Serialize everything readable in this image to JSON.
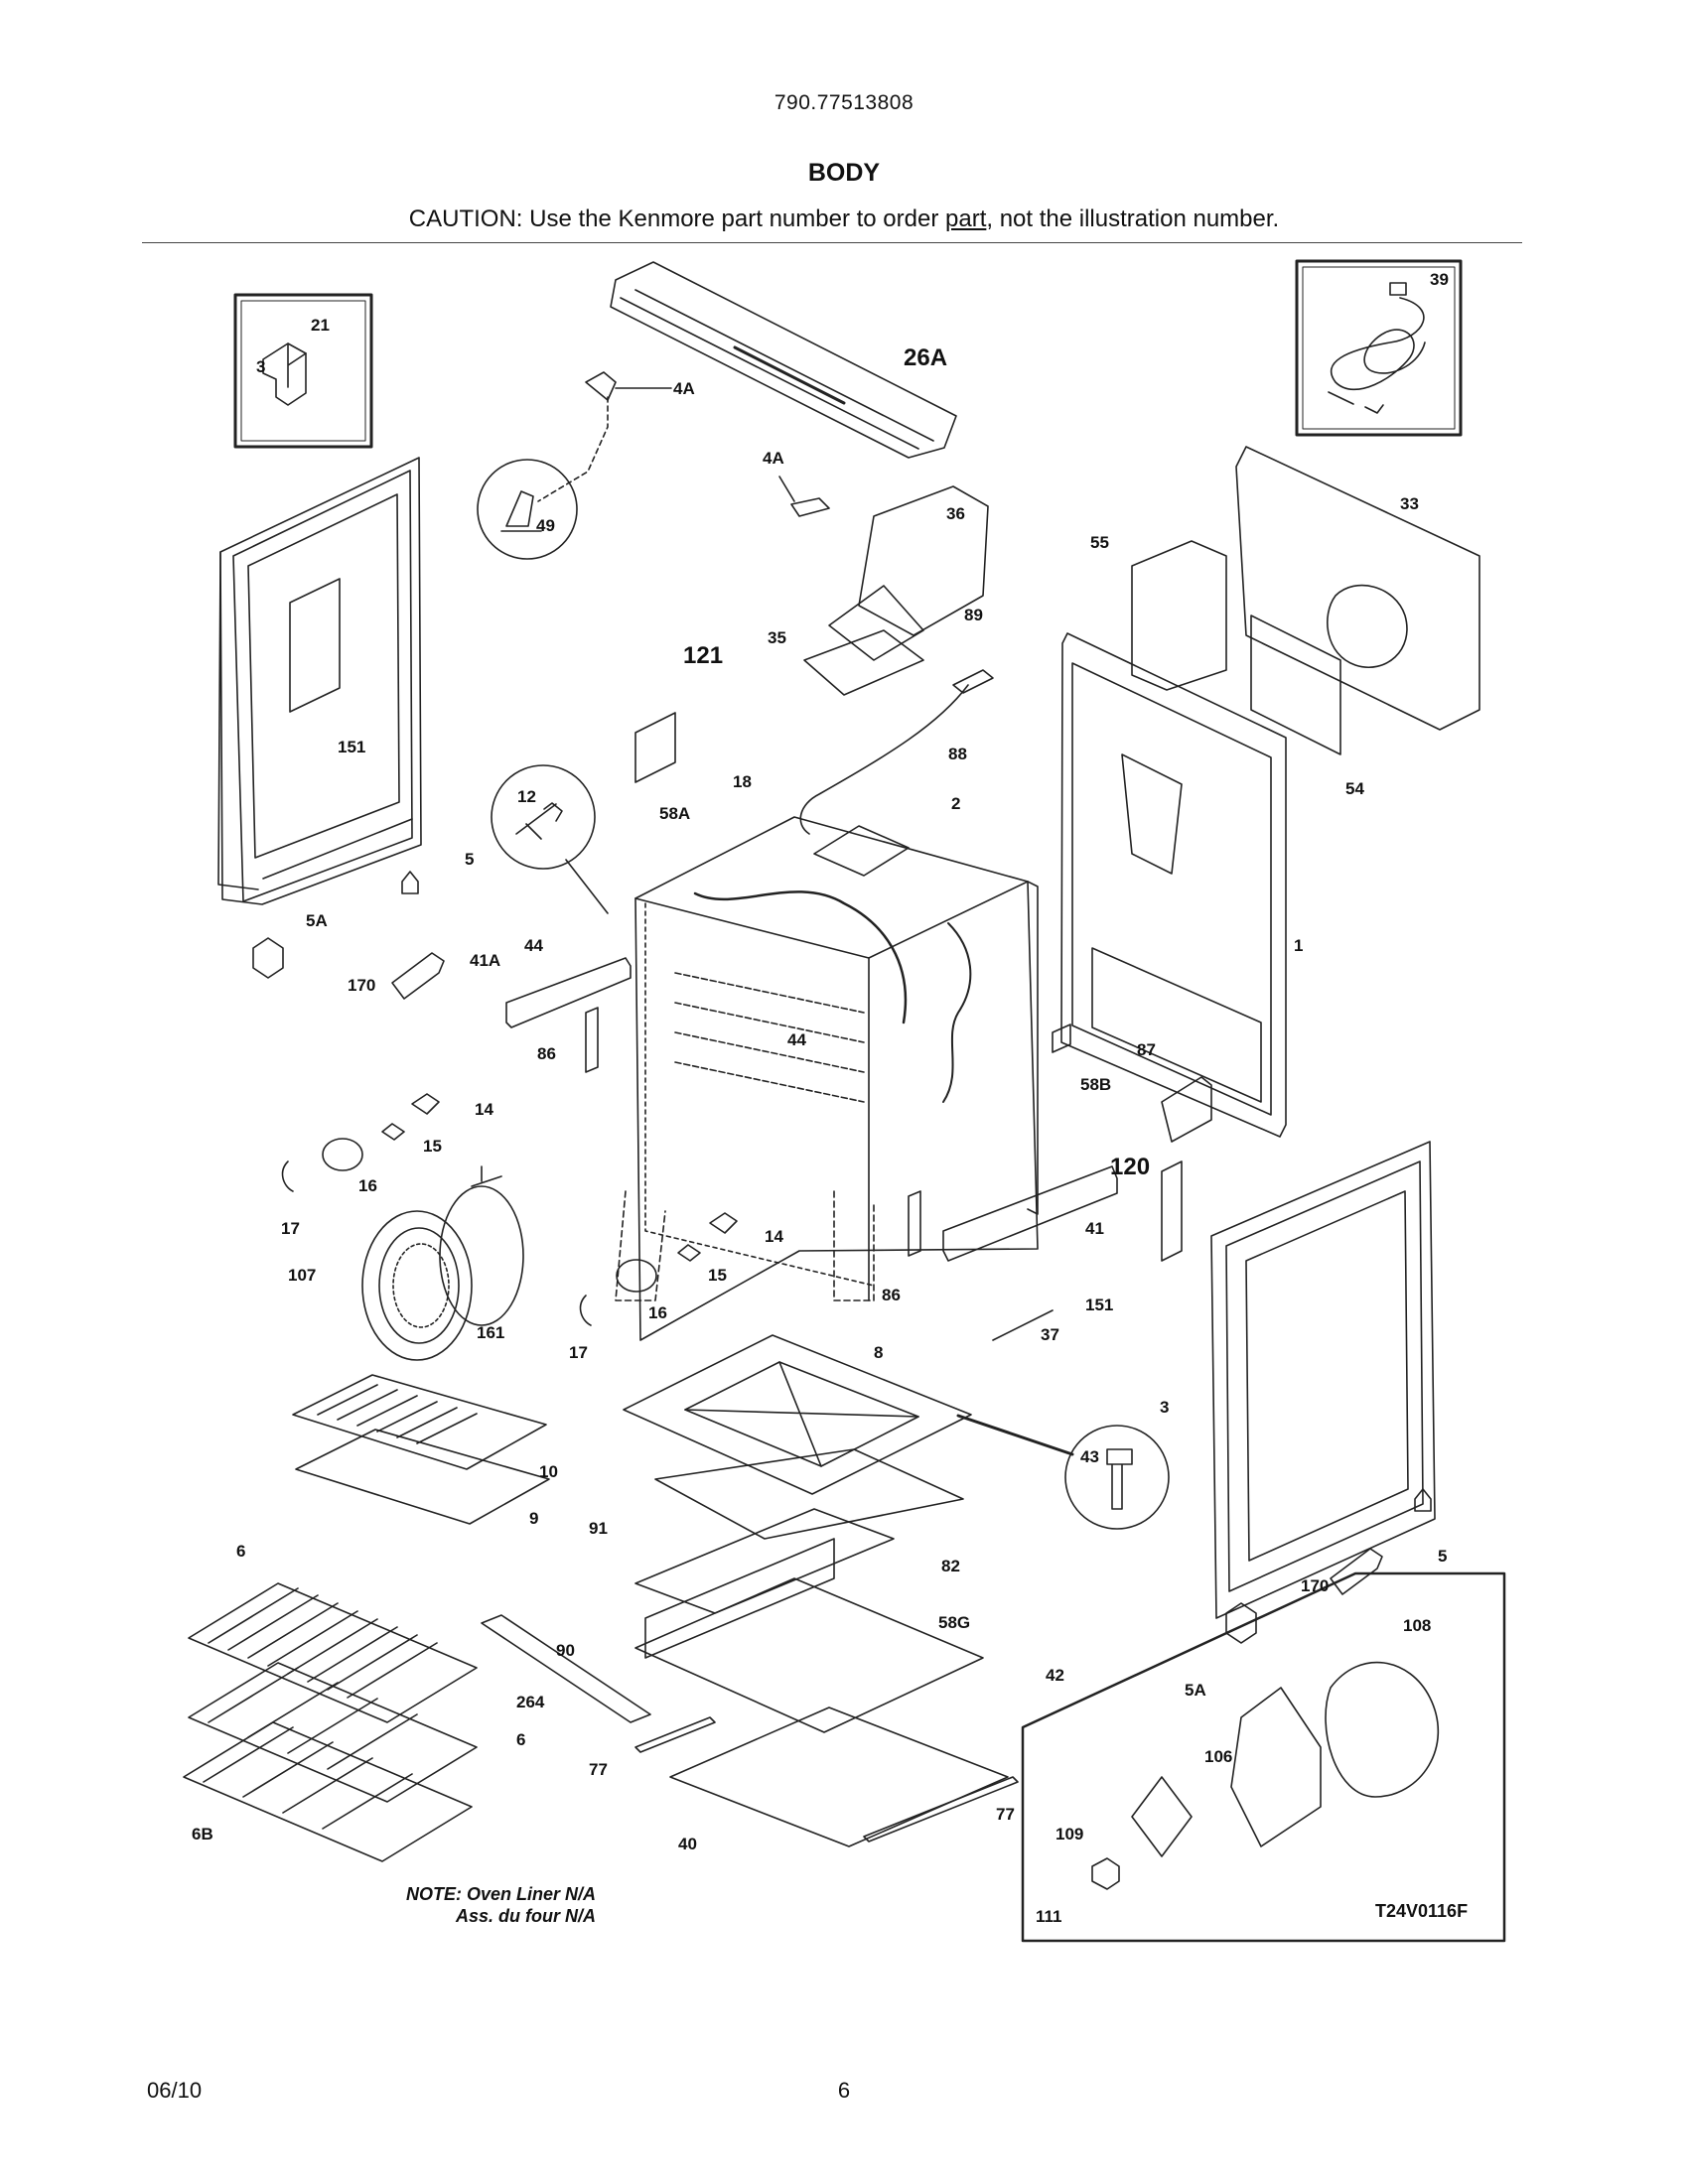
{
  "header": {
    "model": "790.77513808",
    "title": "BODY",
    "caution_prefix": "CAUTION: Use the Kenmore part number to order ",
    "caution_link": "part",
    "caution_suffix": ", not the illustration number."
  },
  "callouts": {
    "c21": "21",
    "c26A": "26A",
    "c4A_top": "4A",
    "c4A_mid": "4A",
    "c39": "39",
    "c3_left": "3",
    "c49": "49",
    "c36": "36",
    "c33": "33",
    "c55": "55",
    "c35": "35",
    "c121": "121",
    "c89": "89",
    "c151_left": "151",
    "c88": "88",
    "c54": "54",
    "c12": "12",
    "c18": "18",
    "c58A": "58A",
    "c2": "2",
    "c5_left": "5",
    "c5A_left": "5A",
    "c44_left": "44",
    "c41A": "41A",
    "c170_left": "170",
    "c1": "1",
    "c87": "87",
    "c86_left": "86",
    "c44_mid": "44",
    "c58B": "58B",
    "c14_top": "14",
    "c15_top": "15",
    "c16_top": "16",
    "c17_top": "17",
    "c120": "120",
    "c107": "107",
    "c161": "161",
    "c14_mid": "14",
    "c15_mid": "15",
    "c16_mid": "16",
    "c17_mid": "17",
    "c86_mid": "86",
    "c41": "41",
    "c151_right": "151",
    "c37": "37",
    "c8": "8",
    "c10": "10",
    "c9": "9",
    "c43": "43",
    "c3_right": "3",
    "c91": "91",
    "c6_top": "6",
    "c82": "82",
    "c5_right": "5",
    "c170_right": "170",
    "c108": "108",
    "c58G": "58G",
    "c90": "90",
    "c42": "42",
    "c5A_right": "5A",
    "c264": "264",
    "c6_mid": "6",
    "c106": "106",
    "c77_left": "77",
    "c77_right": "77",
    "c6B": "6B",
    "c40": "40",
    "c109": "109",
    "c111": "111"
  },
  "note": {
    "line1": "NOTE: Oven Liner N/A",
    "line2": "Ass. du four N/A"
  },
  "figure_code": "T24V0116F",
  "footer": {
    "date": "06/10",
    "page_number": "6"
  }
}
